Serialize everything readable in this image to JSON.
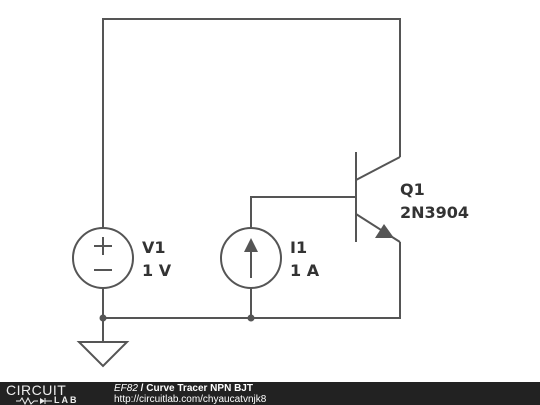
{
  "components": {
    "v1": {
      "name": "V1",
      "value": "1 V"
    },
    "i1": {
      "name": "I1",
      "value": "1 A"
    },
    "q1": {
      "name": "Q1",
      "part": "2N3904"
    }
  },
  "footer": {
    "logo_top": "CIRCUIT",
    "logo_bottom": "LAB",
    "code": "EF82",
    "separator": " / ",
    "title": "Curve Tracer NPN BJT",
    "url": "http://circuitlab.com/chyaucatvnjk8"
  },
  "colors": {
    "wire": "#555555",
    "footer_bg": "#222222",
    "text": "#333333"
  }
}
